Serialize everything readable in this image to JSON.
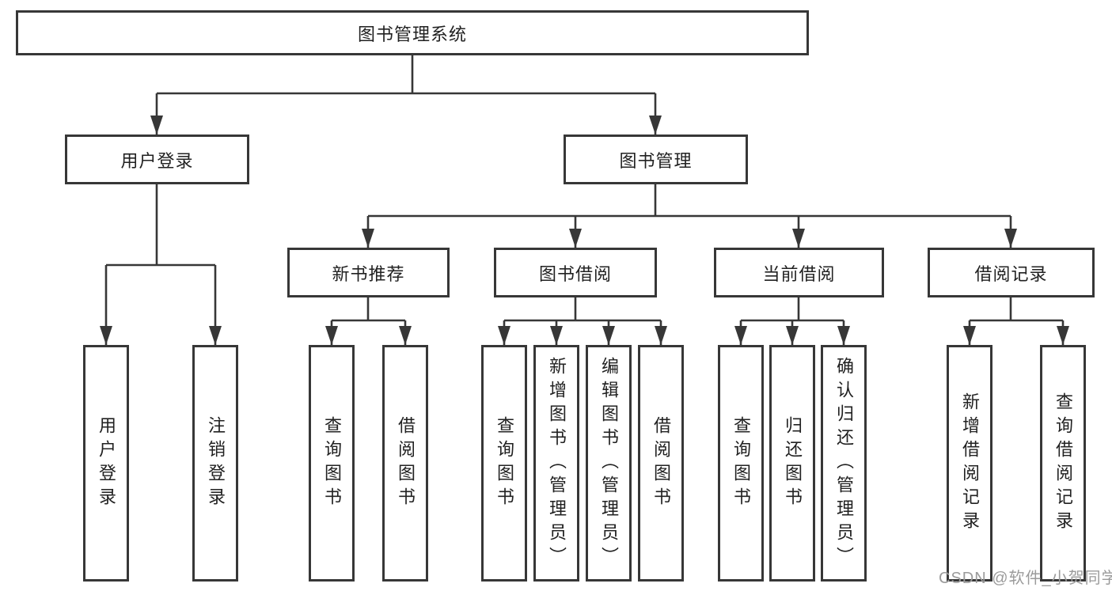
{
  "diagram": {
    "root": {
      "label": "图书管理系统"
    },
    "level2": [
      {
        "label": "用户登录"
      },
      {
        "label": "图书管理"
      }
    ],
    "level3": [
      {
        "label": "新书推荐"
      },
      {
        "label": "图书借阅"
      },
      {
        "label": "当前借阅"
      },
      {
        "label": "借阅记录"
      }
    ],
    "leaves": [
      {
        "label": "用户登录"
      },
      {
        "label": "注销登录"
      },
      {
        "label": "查询图书"
      },
      {
        "label": "借阅图书"
      },
      {
        "label": "查询图书"
      },
      {
        "label": "新增图书（管理员）"
      },
      {
        "label": "编辑图书（管理员）"
      },
      {
        "label": "借阅图书"
      },
      {
        "label": "查询图书"
      },
      {
        "label": "归还图书"
      },
      {
        "label": "确认归还（管理员）"
      },
      {
        "label": "新增借阅记录"
      },
      {
        "label": "查询借阅记录"
      }
    ]
  },
  "watermark": {
    "text": "CSDN @软件_小贺同学"
  },
  "colors": {
    "line": "#373737",
    "text": "#212121",
    "watermark": "#9b9b9b",
    "background": "#ffffff"
  }
}
